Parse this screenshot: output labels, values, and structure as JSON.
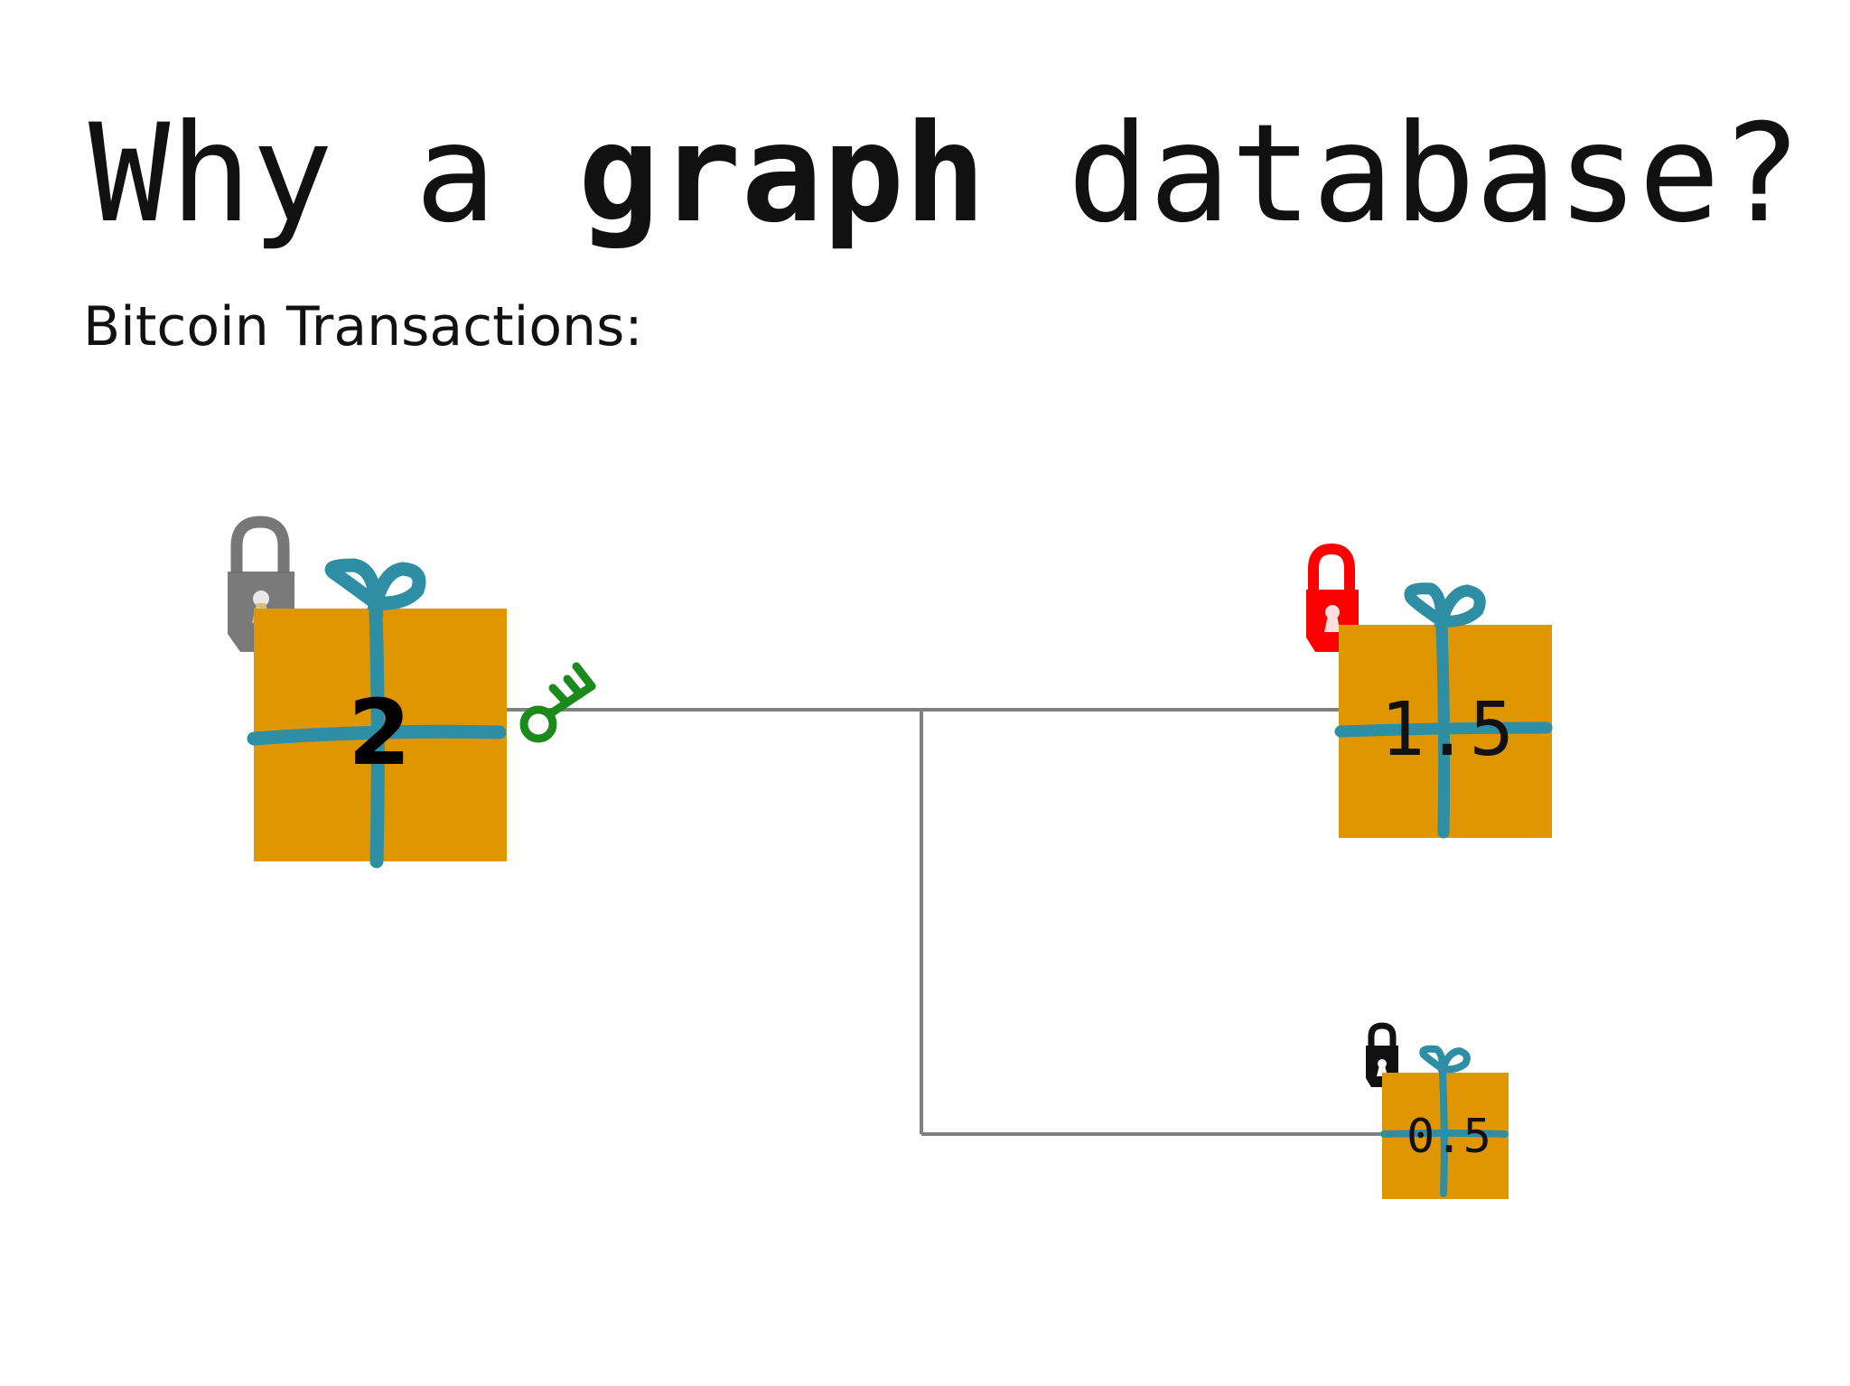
{
  "title": {
    "pre": "Why a ",
    "emphasis": "graph",
    "post": " database?"
  },
  "subtitle": "Bitcoin Transactions:",
  "transactions": [
    {
      "amount": "2",
      "lock_color": "#707070",
      "lock_state": "unlocked-grey",
      "role": "input"
    },
    {
      "amount": "1.5",
      "lock_color": "#ff0000",
      "lock_state": "locked",
      "role": "output"
    },
    {
      "amount": "0.5",
      "lock_color": "#111111",
      "lock_state": "locked",
      "role": "output"
    }
  ],
  "icons": {
    "gift": "gift-box-icon",
    "lock": "padlock-icon",
    "key": "key-icon"
  },
  "colors": {
    "box": "#df9600",
    "ribbon": "#2e8ea3",
    "connector": "#808080",
    "key": "#1a8a1a"
  }
}
